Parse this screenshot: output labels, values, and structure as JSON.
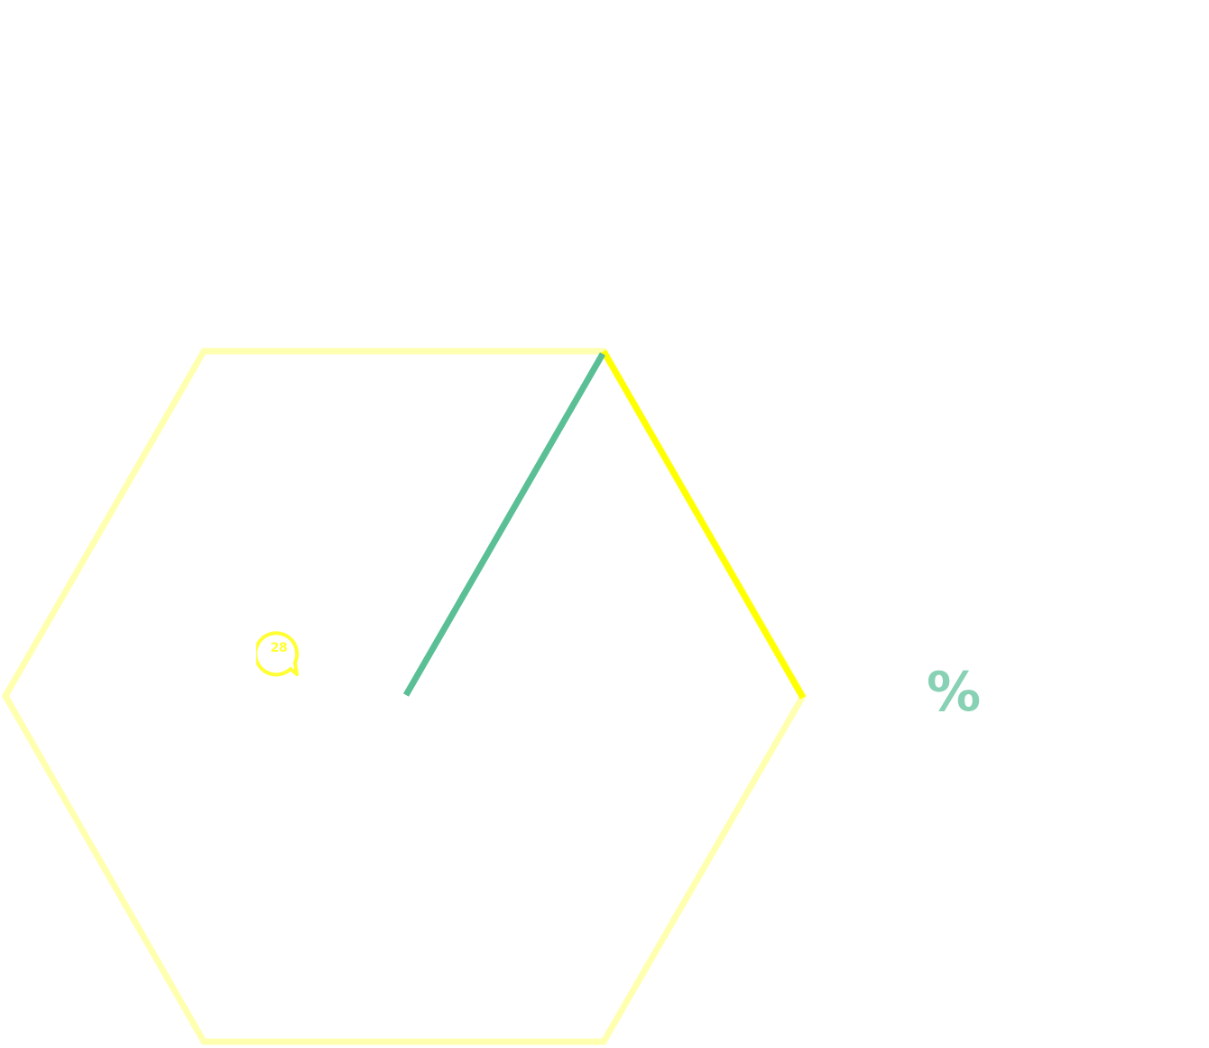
{
  "gauge": {
    "shape": "hexagon",
    "track_color": "#ffffb0",
    "progress_color": "#ffff00",
    "needle_color": "#5bbf96",
    "progress_segment": "top-right edge"
  },
  "badge": {
    "icon": "speech-bubble-icon",
    "value": "28",
    "color": "#ffff33"
  },
  "readout": {
    "value": "",
    "unit": "%",
    "unit_color": "#88d1b4"
  }
}
